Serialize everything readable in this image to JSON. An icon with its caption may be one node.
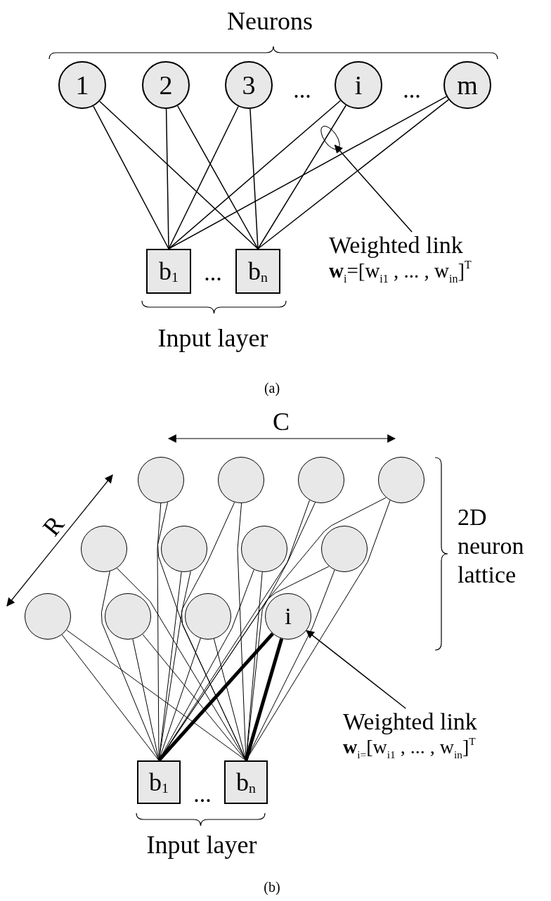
{
  "diagram": {
    "nodes": [
      {
        "text": [
          "1"
        ]
      },
      {
        "text": [
          "2"
        ]
      },
      {
        "text": [
          "3"
        ]
      },
      {
        "text": [
          "i"
        ]
      },
      {
        "text": [
          "m"
        ]
      },
      {
        "text": [
          "b$_{1}$"
        ]
      },
      {
        "text": [
          "b$_{n}$"
        ]
      },
      {
        "text": [],
        "shape": "ellipse"
      },
      {
        "text": [
          "Weighted link",
          "**w**$_{i}$=[w$_{i1}$ , ... , w$_{in}$]$^{T}$"
        ]
      },
      {
        "text": [],
        "shape": "circle"
      },
      {
        "text": [],
        "shape": "circle"
      },
      {
        "text": [],
        "shape": "circle"
      },
      {
        "text": [],
        "shape": "circle"
      },
      {
        "text": [],
        "shape": "circle"
      },
      {
        "text": [],
        "shape": "circle"
      },
      {
        "text": [],
        "shape": "circle"
      },
      {
        "text": [],
        "shape": "circle"
      },
      {
        "text": [],
        "shape": "circle"
      },
      {
        "text": [],
        "shape": "circle"
      },
      {
        "text": [],
        "shape": "circle"
      },
      {
        "text": [
          "i"
        ]
      },
      {
        "text": [
          "b$_{1}$"
        ]
      },
      {
        "text": [
          "b$_{n}$"
        ]
      },
      {
        "text": [
          "Weighted link",
          "**w**$_{i=}$[w$_{i1}$ , ... , w$_{in}$]$^{T}$"
        ]
      }
    ],
    "edges": [
      {
        "from": 0,
        "to": 5,
        "arrow": "none"
      },
      {
        "from": 0,
        "to": 6,
        "arrow": "none"
      },
      {
        "from": 1,
        "to": 5,
        "arrow": "none"
      },
      {
        "from": 1,
        "to": 6,
        "arrow": "none"
      },
      {
        "from": 2,
        "to": 5,
        "arrow": "none"
      },
      {
        "from": 2,
        "to": 6,
        "arrow": "none"
      },
      {
        "from": 3,
        "to": 5,
        "arrow": "none"
      },
      {
        "from": 3,
        "to": 6,
        "arrow": "none"
      },
      {
        "from": 4,
        "to": 5,
        "arrow": "none"
      },
      {
        "from": 4,
        "to": 6,
        "arrow": "none"
      },
      {
        "from": 8,
        "to": 7,
        "arrow": "to"
      },
      {
        "from": 9,
        "to": 21,
        "arrow": "none"
      },
      {
        "from": 9,
        "to": 22,
        "arrow": "none"
      },
      {
        "from": 10,
        "to": 21,
        "arrow": "none"
      },
      {
        "from": 10,
        "to": 22,
        "arrow": "none"
      },
      {
        "from": 11,
        "to": 21,
        "arrow": "none"
      },
      {
        "from": 11,
        "to": 22,
        "arrow": "none"
      },
      {
        "from": 12,
        "to": 21,
        "arrow": "none"
      },
      {
        "from": 12,
        "to": 22,
        "arrow": "none"
      },
      {
        "from": 13,
        "to": 21,
        "arrow": "none"
      },
      {
        "from": 13,
        "to": 22,
        "arrow": "none"
      },
      {
        "from": 14,
        "to": 21,
        "arrow": "none"
      },
      {
        "from": 14,
        "to": 22,
        "arrow": "none"
      },
      {
        "from": 15,
        "to": 21,
        "arrow": "none"
      },
      {
        "from": 15,
        "to": 22,
        "arrow": "none"
      },
      {
        "from": 16,
        "to": 21,
        "arrow": "none"
      },
      {
        "from": 16,
        "to": 22,
        "arrow": "none"
      },
      {
        "from": 17,
        "to": 21,
        "arrow": "none"
      },
      {
        "from": 17,
        "to": 22,
        "arrow": "none"
      },
      {
        "from": 18,
        "to": 21,
        "arrow": "none"
      },
      {
        "from": 18,
        "to": 22,
        "arrow": "none"
      },
      {
        "from": 19,
        "to": 21,
        "arrow": "none"
      },
      {
        "from": 19,
        "to": 22,
        "arrow": "none"
      },
      {
        "from": 20,
        "to": 21,
        "arrow": "none",
        "style": "thick"
      },
      {
        "from": 20,
        "to": 22,
        "arrow": "none",
        "style": "thick"
      },
      {
        "from": 23,
        "to": 20,
        "arrow": "to"
      }
    ],
    "labels": [
      "Neurons",
      "...",
      "...",
      "...",
      "Input layer",
      "(a)",
      "C",
      "R",
      "2D neuron lattice",
      "...",
      "Input layer",
      "(b)"
    ]
  }
}
